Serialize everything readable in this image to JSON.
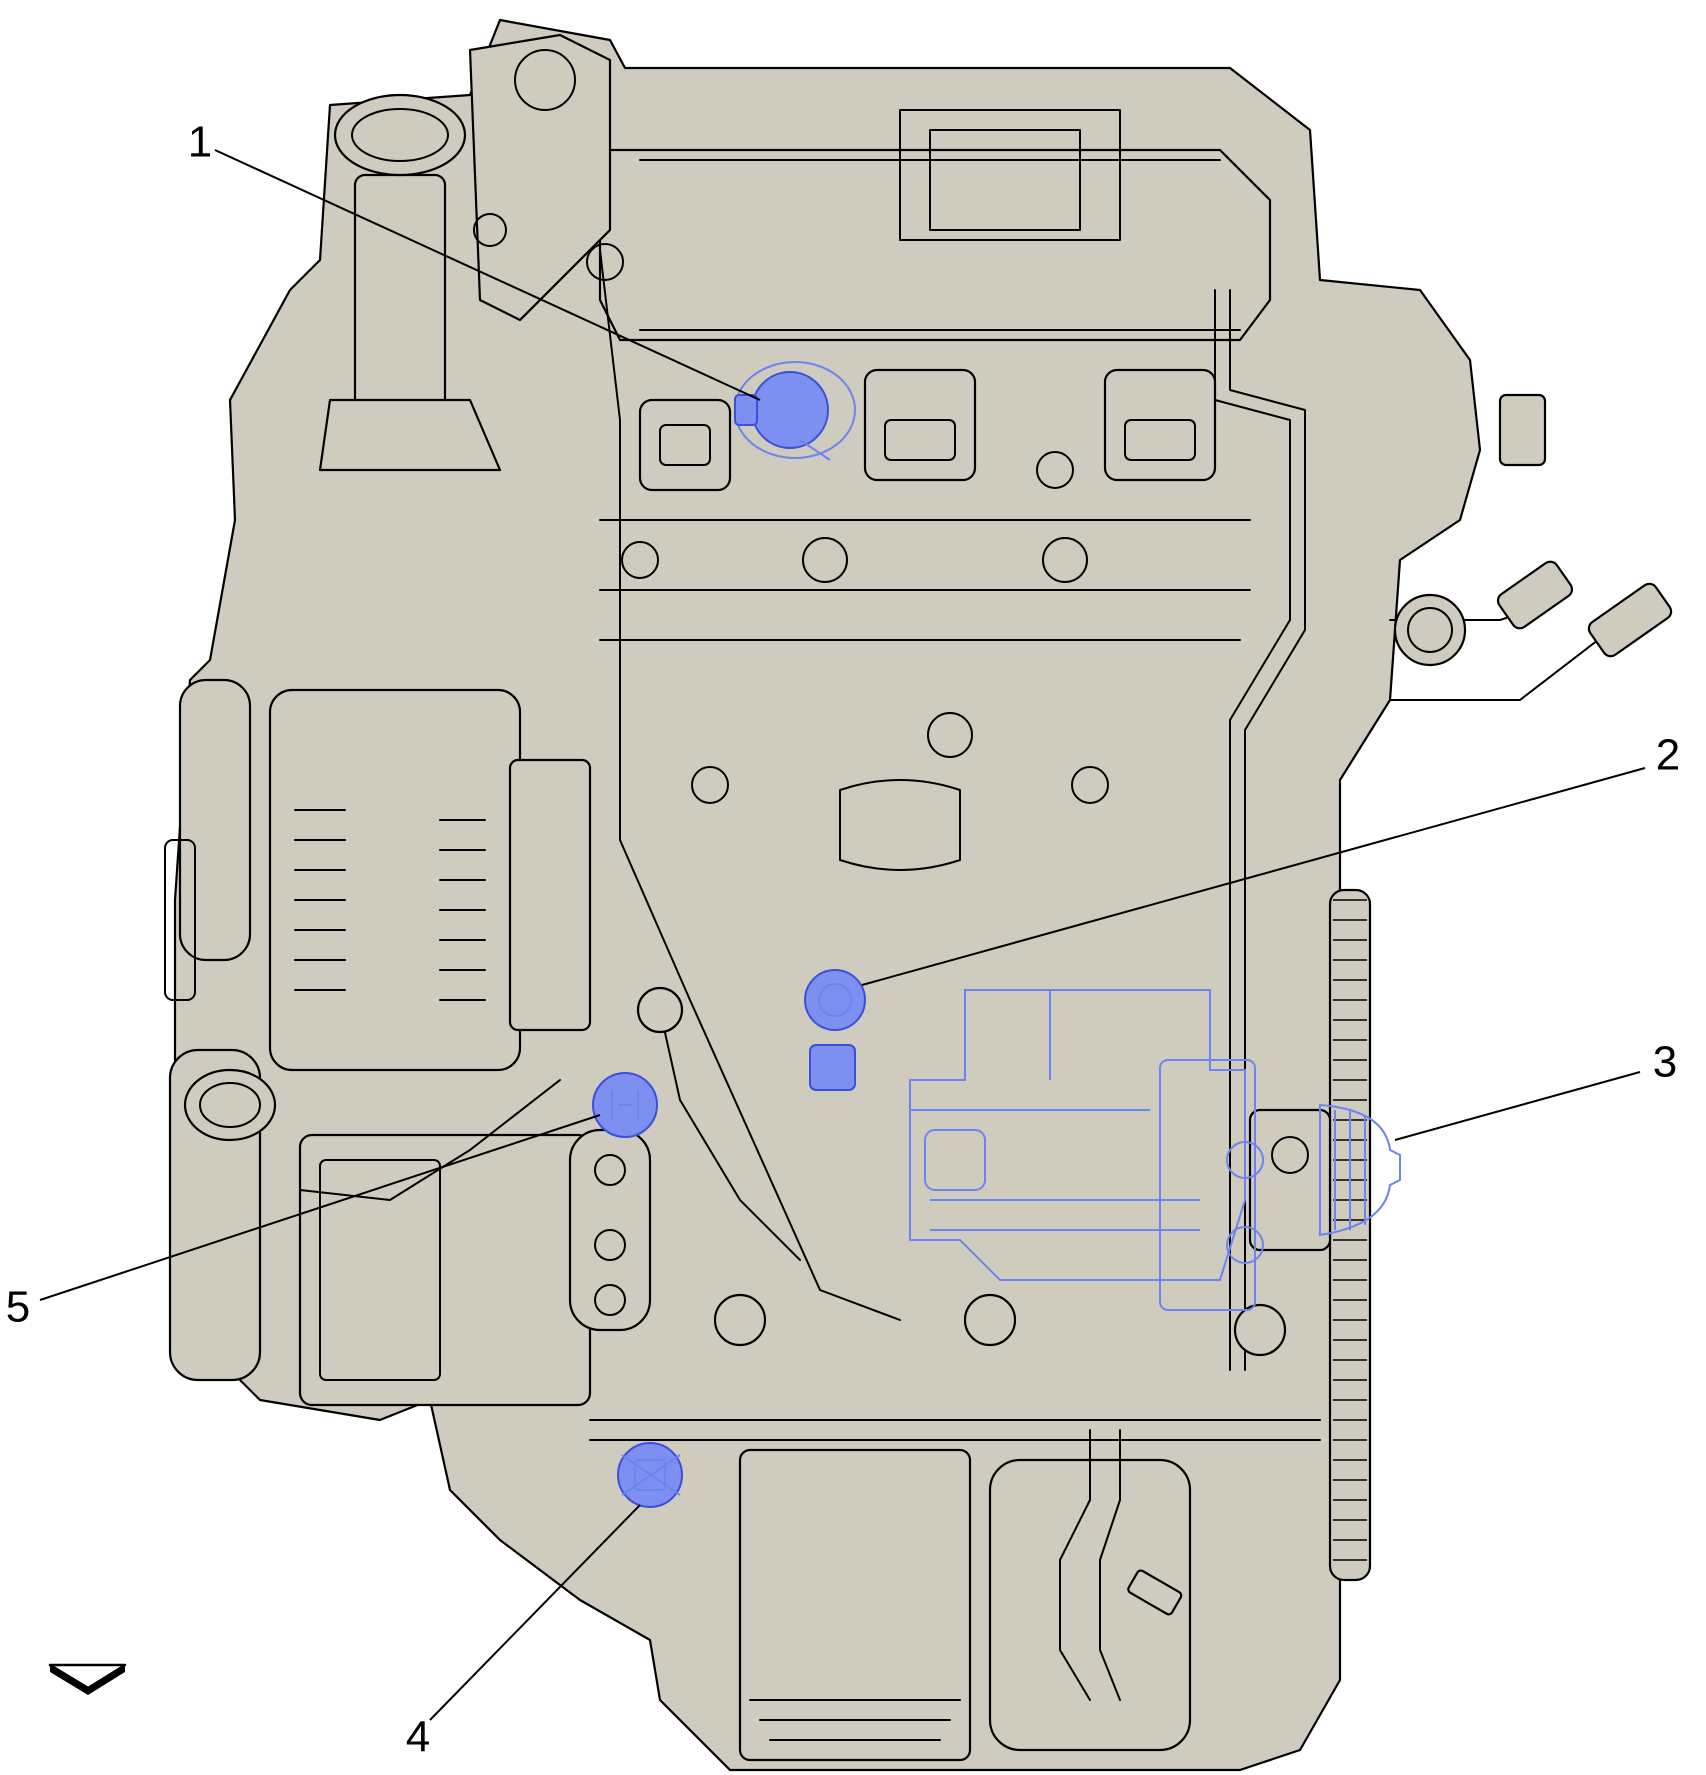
{
  "diagram": {
    "callouts": [
      {
        "id": "1",
        "label": "1"
      },
      {
        "id": "2",
        "label": "2"
      },
      {
        "id": "3",
        "label": "3"
      },
      {
        "id": "4",
        "label": "4"
      },
      {
        "id": "5",
        "label": "5"
      }
    ],
    "direction_icon": "front-arrow-down-icon",
    "colors": {
      "engine_fill": "#cfccbf",
      "highlight": "#6d84ee",
      "highlight_fill": "#7d8ff0",
      "outline": "#000000"
    }
  }
}
